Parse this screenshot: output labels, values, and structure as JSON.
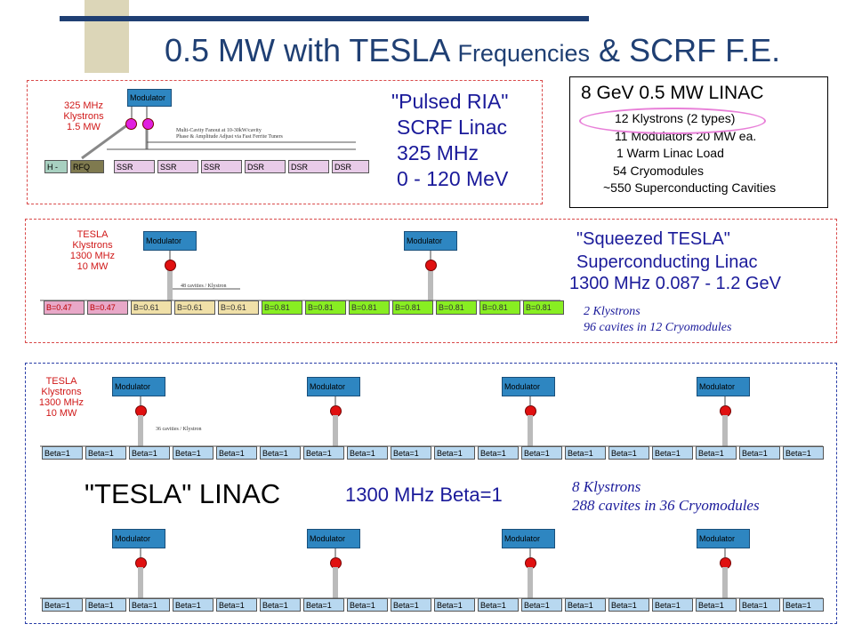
{
  "title": {
    "part1": "0.5 MW with TESLA ",
    "part2": "Frequencies",
    "part3": " & SCRF F.E."
  },
  "ria": {
    "klystron_label": [
      "325 MHz",
      "Klystrons",
      "1.5 MW"
    ],
    "modulator": "Modulator",
    "note": [
      "Multi-Cavity Fanout at 10-30kW/cavity",
      "Phase & Amplitude Adjust via Fast Ferrite Tuners"
    ],
    "cells": [
      "H -",
      "RFQ",
      "SSR",
      "SSR",
      "SSR",
      "DSR",
      "DSR",
      "DSR"
    ],
    "heading": [
      "\"Pulsed RIA\"",
      "SCRF Linac",
      "325 MHz",
      "0 - 120 MeV"
    ]
  },
  "linac_box": {
    "title": "8 GeV  0.5 MW  LINAC",
    "lines": [
      "12 Klystrons   (2 types)",
      "11 Modulators  20 MW ea.",
      "1  Warm Linac Load",
      "54 Cryomodules",
      "~550 Superconducting Cavities"
    ]
  },
  "squeezed": {
    "klystron_label": [
      "TESLA",
      "Klystrons",
      "1300 MHz",
      "10 MW"
    ],
    "modulator": "Modulator",
    "cav_note": "48 cavities / Klystron",
    "cells": [
      "B=0.47",
      "B=0.47",
      "B=0.61",
      "B=0.61",
      "B=0.61",
      "B=0.81",
      "B=0.81",
      "B=0.81",
      "B=0.81",
      "B=0.81",
      "B=0.81",
      "B=0.81"
    ],
    "heading": [
      "\"Squeezed TESLA\"",
      "Superconducting Linac"
    ],
    "freq": "1300 MHz    0.087 - 1.2 GeV",
    "note": [
      "2 Klystrons",
      "96 cavites in 12 Cryomodules"
    ]
  },
  "tesla": {
    "klystron_label": [
      "TESLA",
      "Klystrons",
      "1300 MHz",
      "10 MW"
    ],
    "modulator": "Modulator",
    "cav_note": "36 cavities / Klystron",
    "cell": "Beta=1",
    "heading": "\"TESLA\" LINAC",
    "freq": "1300 MHz   Beta=1",
    "note": [
      "8 Klystrons",
      "288 cavites in 36 Cryomodules"
    ]
  },
  "colors": {
    "accent_bar": "#1f3f73",
    "accent_square": "#dcd6b8",
    "red_text": "#d01818",
    "blue_text": "#1a1a9a",
    "modulator": "#2e86c1",
    "ssr_cell": "#e8cbe8",
    "rfq_cell": "#7f7a4f",
    "h_cell": "#a8d0c0",
    "b047": "#e8a8c8",
    "b061": "#f0e0a8",
    "b081": "#88ee22",
    "beta_cell": "#b8d8f0"
  }
}
